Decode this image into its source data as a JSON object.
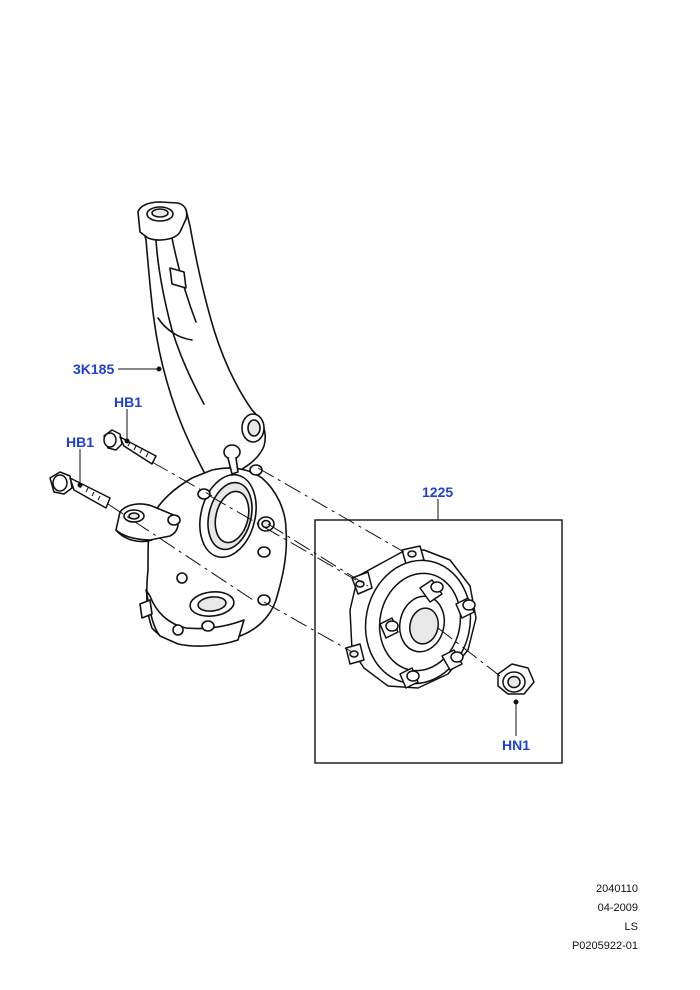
{
  "colors": {
    "label": "#1f3fd6",
    "line": "#111111",
    "part_fill": "#ffffff",
    "shade": "#e8e8e8"
  },
  "callouts": {
    "knuckle": "3K185",
    "bolt_upper": "HB1",
    "bolt_lower": "HB1",
    "hub_assembly": "1225",
    "nut": "HN1"
  },
  "footer": {
    "line1": "2040110",
    "line2": "04-2009",
    "line3": "LS",
    "line4": "P0205922-01"
  }
}
